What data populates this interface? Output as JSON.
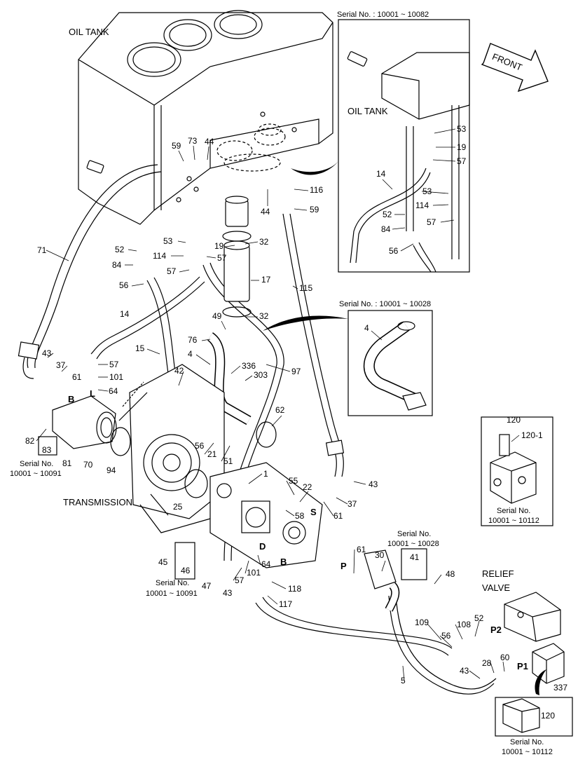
{
  "titles": {
    "oil_tank_main": "OIL TANK",
    "oil_tank_inset": "OIL TANK",
    "transmission": "TRANSMISSION",
    "relief_valve_line1": "RELIEF",
    "relief_valve_line2": "VALVE",
    "front": "FRONT"
  },
  "serials": {
    "inset_top": "Serial No. : 10001 ~ 10082",
    "inset_mid": "Serial No. : 10001 ~ 10028",
    "left_a_1": "Serial No.",
    "left_a_2": "10001 ~ 10091",
    "left_b_1": "Serial No.",
    "left_b_2": "10001 ~ 10091",
    "mid_1": "Serial No.",
    "mid_2": "10001 ~ 10028",
    "right_box_1": "Serial No.",
    "right_box_2": "10001 ~ 10112",
    "bottom_right_1": "Serial No.",
    "bottom_right_2": "10001 ~ 10112"
  },
  "port_letters": {
    "B_left": "B",
    "L": "L",
    "S": "S",
    "D": "D",
    "B_bottom": "B",
    "P": "P",
    "P1": "P1",
    "P2": "P2"
  },
  "callouts": {
    "c59a": "59",
    "c73": "73",
    "c44a": "44",
    "c116": "116",
    "c44b": "44",
    "c59b": "59",
    "c53a": "53",
    "c19a": "19",
    "c32a": "32",
    "c52a": "52",
    "c114a": "114",
    "c57a": "57",
    "c84a": "84",
    "c57b": "57",
    "c56a": "56",
    "c17": "17",
    "c115": "115",
    "c71": "71",
    "c14a": "14",
    "c32b": "32",
    "c49": "49",
    "c76": "76",
    "c15": "15",
    "c4a": "4",
    "c336": "336",
    "c303": "303",
    "c97": "97",
    "c43a": "43",
    "c37a": "37",
    "c57c": "57",
    "c101a": "101",
    "c61a": "61",
    "c64a": "64",
    "c42": "42",
    "c62": "62",
    "c82": "82",
    "c83": "83",
    "c81": "81",
    "c70": "70",
    "c94": "94",
    "c56b": "56",
    "c21": "21",
    "c51": "51",
    "c1": "1",
    "c25": "25",
    "c55": "55",
    "c22": "22",
    "c58": "58",
    "c43b": "43",
    "c37b": "37",
    "c61b": "61",
    "c45": "45",
    "c46": "46",
    "c47": "47",
    "c57d": "57",
    "c101b": "101",
    "c64b": "64",
    "c118": "118",
    "c43c": "43",
    "c117": "117",
    "c61c": "61",
    "c30": "30",
    "c41": "41",
    "c48": "48",
    "c109": "109",
    "c56c": "56",
    "c108": "108",
    "c52b": "52",
    "c28": "28",
    "c60": "60",
    "c43d": "43",
    "c5": "5",
    "c337": "337",
    "c120a": "120",
    "c120_1": "120-1",
    "c120b": "120",
    "i53a": "53",
    "i19": "19",
    "i57a": "57",
    "i14": "14",
    "i53b": "53",
    "i114": "114",
    "i52": "52",
    "i84": "84",
    "i57b": "57",
    "i56": "56",
    "i4": "4"
  }
}
